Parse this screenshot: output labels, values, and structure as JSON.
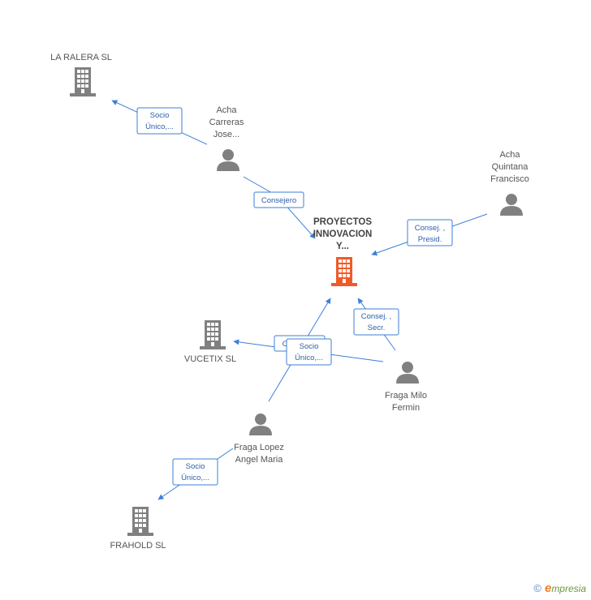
{
  "colors": {
    "edge": "#3d7fd6",
    "company_icon": "#808080",
    "main_company_icon": "#f05a28",
    "person_icon": "#808080",
    "label": "#555555"
  },
  "nodes": {
    "main": {
      "lines": [
        "PROYECTOS",
        "INNOVACION",
        "Y..."
      ],
      "icon": "building-icon"
    },
    "la_ralera": {
      "lines": [
        "LA RALERA SL"
      ],
      "icon": "building-icon"
    },
    "vucetix": {
      "lines": [
        "VUCETIX SL"
      ],
      "icon": "building-icon"
    },
    "frahold": {
      "lines": [
        "FRAHOLD SL"
      ],
      "icon": "building-icon"
    },
    "acha_carreras": {
      "lines": [
        "Acha",
        "Carreras",
        "Jose..."
      ],
      "icon": "person-icon"
    },
    "acha_quintana": {
      "lines": [
        "Acha",
        "Quintana",
        "Francisco"
      ],
      "icon": "person-icon"
    },
    "fraga_milo": {
      "lines": [
        "Fraga Milo",
        "Fermin"
      ],
      "icon": "person-icon"
    },
    "fraga_lopez": {
      "lines": [
        "Fraga Lopez",
        "Angel Maria"
      ],
      "icon": "person-icon"
    }
  },
  "relations": {
    "socio_laralera": [
      "Socio",
      "Único,..."
    ],
    "consejero": [
      "Consejero"
    ],
    "consej_presid": [
      "Consej. ,",
      "Presid."
    ],
    "consej_secr": [
      "Consej. ,",
      "Secr."
    ],
    "vucetix_hidden": [
      "C..."
    ],
    "socio_vucetix": [
      "Socio",
      "Único,..."
    ],
    "socio_frahold": [
      "Socio",
      "Único,..."
    ]
  },
  "footer": {
    "copyright": "©",
    "brand_e": "e",
    "brand_rest": "mpresia"
  }
}
